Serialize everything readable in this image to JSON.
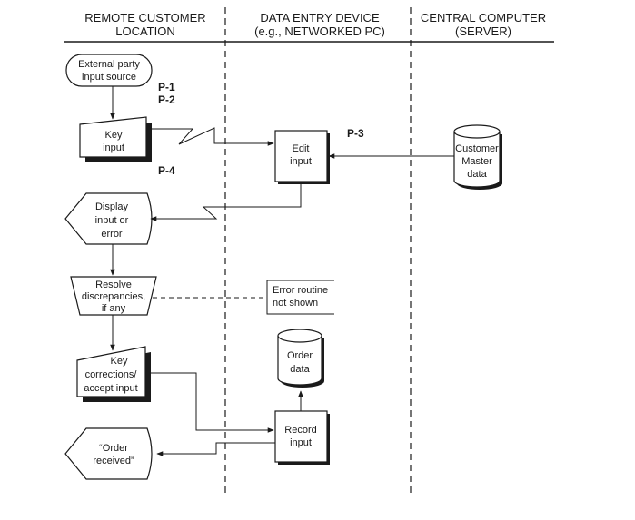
{
  "headers": {
    "remote": [
      "REMOTE CUSTOMER",
      "LOCATION"
    ],
    "entry": [
      "DATA ENTRY DEVICE",
      "(e.g., NETWORKED PC)"
    ],
    "central": [
      "CENTRAL COMPUTER",
      "(SERVER)"
    ]
  },
  "nodes": {
    "external_party": [
      "External party",
      "input source"
    ],
    "key_input": [
      "Key",
      "input"
    ],
    "edit_input": [
      "Edit",
      "input"
    ],
    "customer_master": [
      "Customer",
      "Master",
      "data"
    ],
    "display_input": [
      "Display",
      "input or",
      "error"
    ],
    "resolve": [
      "Resolve",
      "discrepancies,",
      "if any"
    ],
    "error_routine": [
      "Error routine",
      "not shown"
    ],
    "key_corrections": [
      "Key",
      "corrections/",
      "accept input"
    ],
    "order_data": [
      "Order",
      "data"
    ],
    "record_input": [
      "Record",
      "input"
    ],
    "order_received": [
      "“Order",
      "received”"
    ]
  },
  "process_labels": {
    "p1": "P-1",
    "p2": "P-2",
    "p3": "P-3",
    "p4": "P-4"
  }
}
